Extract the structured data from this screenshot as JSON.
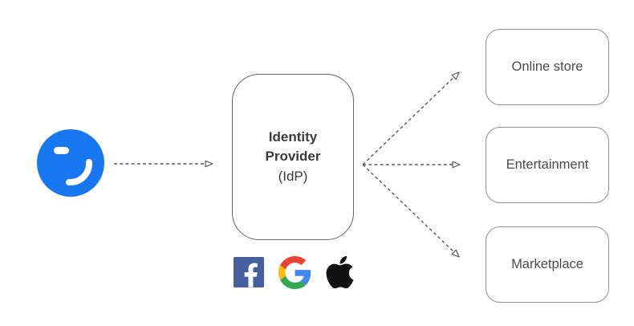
{
  "user": {
    "icon": "winking-face-icon",
    "color": "#1677f1"
  },
  "flow": {
    "idp": {
      "title": "Identity Provider",
      "subtitle": "(IdP)"
    },
    "services": [
      {
        "label": "Online store"
      },
      {
        "label": "Entertainment"
      },
      {
        "label": "Marketplace"
      }
    ]
  },
  "identity_provider_logos": [
    {
      "name": "Facebook",
      "icon": "facebook-icon",
      "color": "#46609f"
    },
    {
      "name": "Google",
      "icon": "google-icon",
      "colors": {
        "red": "#EA4335",
        "blue": "#4285F4",
        "yellow": "#FBBC05",
        "green": "#34A853"
      }
    },
    {
      "name": "Apple",
      "icon": "apple-icon",
      "color": "#111111"
    }
  ],
  "style": {
    "arrow_color": "#5a5a5a",
    "node_border_color": "#8f8f8f",
    "text_color": "#3a3a3a",
    "background": "#ffffff"
  }
}
